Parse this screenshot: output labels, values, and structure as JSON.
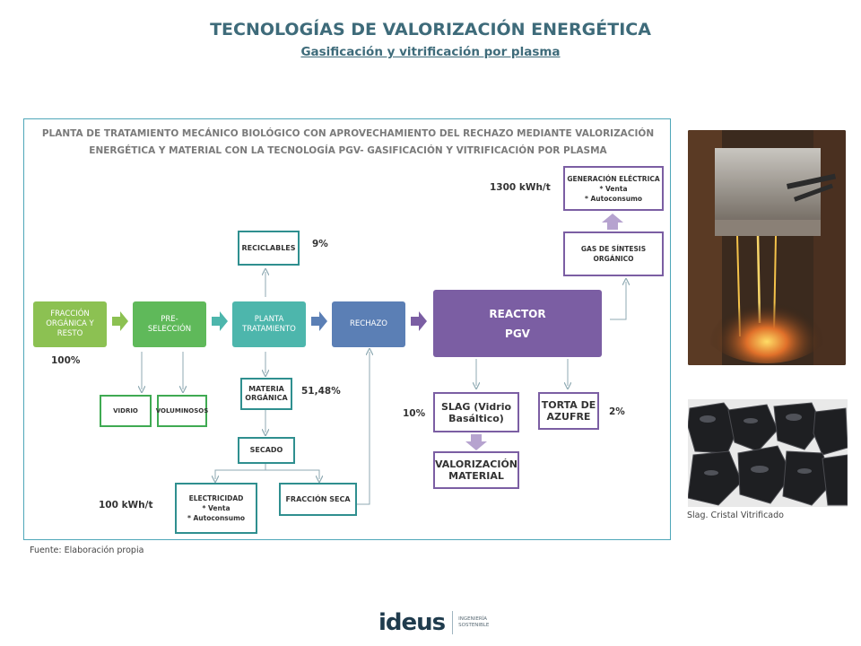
{
  "header": {
    "title": "TECNOLOGÍAS DE VALORIZACIÓN ENERGÉTICA",
    "subtitle": "Gasificación y vitrificación por plasma"
  },
  "diagram": {
    "heading_line1": "PLANTA DE TRATAMIENTO MECÁNICO BIOLÓGICO CON APROVECHAMIENTO DEL RECHAZO MEDIANTE VALORIZACIÓN",
    "heading_line2": "ENERGÉTICA Y MATERIAL CON LA TECNOLOGÍA PGV- GASIFICACIÓN Y VITRIFICACIÓN POR PLASMA",
    "nodes": {
      "fraccion": "FRACCIÓN\nORGÁNICA Y\nRESTO",
      "preseleccion": "PRE-\nSELECCIÓN",
      "planta": "PLANTA\nTRATAMIENTO",
      "rechazo": "RECHAZO",
      "reactor_line1": "REACTOR",
      "reactor_line2": "PGV",
      "reciclables": "RECICLABLES",
      "vidrio": "VIDRIO",
      "voluminosos": "VOLUMINOSOS",
      "materia": "MATERIA\nORGÁNICA",
      "secado": "SECADO",
      "electricidad": "ELECTRICIDAD\n* Venta\n* Autoconsumo",
      "fraccion_seca": "FRACCIÓN SECA",
      "slag": "SLAG (Vidrio\nBasáltico)",
      "torta": "TORTA DE\nAZUFRE",
      "valorizacion": "VALORIZACIÓN\nMATERIAL",
      "gas": "GAS DE SÍNTESIS\nORGÁNICO",
      "generacion": "GENERACIÓN ELÉCTRICA\n* Venta\n* Autoconsumo"
    },
    "labels": {
      "pct_100": "100%",
      "pct_9": "9%",
      "pct_5148": "51,48%",
      "pct_10": "10%",
      "pct_2": "2%",
      "kwh_1300": "1300 kWh/t",
      "kwh_100": "100 kWh/t"
    },
    "colors": {
      "green": "#8cc152",
      "green_dark": "#3faa52",
      "teal": "#4db6ac",
      "blue": "#5b7fb5",
      "purple": "#7b5ea3",
      "arrow_gray": "#8faab3"
    }
  },
  "side": {
    "slag_caption": "Slag. Cristal Vitrificado"
  },
  "footer": {
    "source": "Fuente: Elaboración propia",
    "logo_text": "ideus",
    "logo_tagline_1": "INGENIERÍA",
    "logo_tagline_2": "SOSTENIBLE"
  }
}
